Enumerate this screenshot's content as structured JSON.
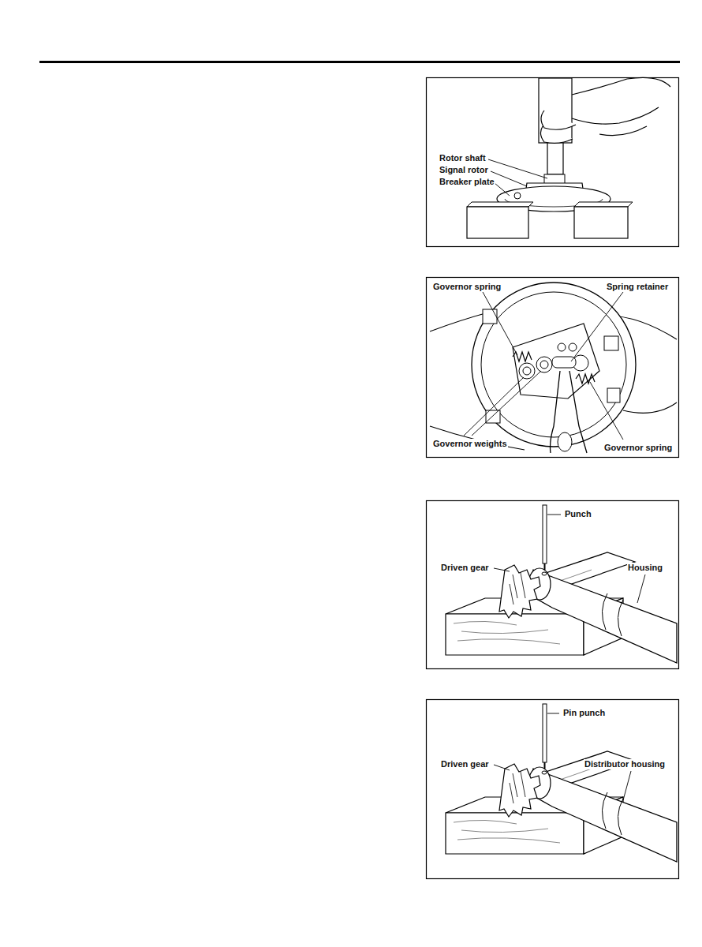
{
  "diagram": {
    "labels": [
      "Rotor shaft",
      "Signal rotor",
      "Breaker plate",
      "Governor spring",
      "Spring retainer",
      "Governor weights",
      "Governor spring",
      "Punch",
      "Driven gear",
      "Housing",
      "Pin punch",
      "Driven gear",
      "Distributor housing"
    ]
  }
}
